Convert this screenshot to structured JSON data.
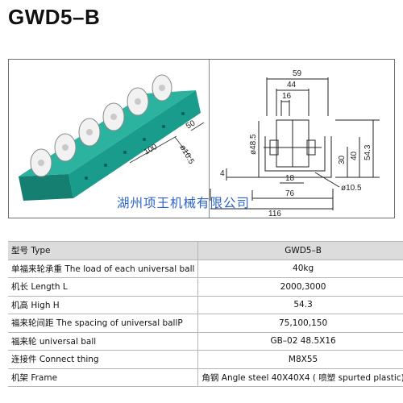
{
  "title": "GWD5–B",
  "figure": {
    "photo_dims": {
      "d1": "50",
      "d2": "100",
      "d3": "ø10.5"
    },
    "drawing_dims": {
      "w59": "59",
      "w44": "44",
      "w16": "16",
      "w18": "18",
      "w76": "76",
      "w116": "116",
      "h30": "30",
      "h40": "40",
      "h54": "54.3",
      "h4": "4",
      "d48": "ø48.5",
      "d10": "ø10.5"
    },
    "company": "湖州项王机械有限公司"
  },
  "specs": [
    {
      "label": "型号 Type",
      "value": "GWD5–B"
    },
    {
      "label": "单福来轮承重 The load of each universal ball",
      "value": "40kg"
    },
    {
      "label": "机长 Length L",
      "value": "2000,3000"
    },
    {
      "label": "机高 High H",
      "value": "54.3"
    },
    {
      "label": "福来轮间距 The spacing of universal ballP",
      "value": "75,100,150"
    },
    {
      "label": "福来轮 universal ball",
      "value": "GB–02 48.5X16"
    },
    {
      "label": "连接件 Connect thing",
      "value": "M8X55"
    },
    {
      "label": "机架 Frame",
      "value": "角钢 Angle steel 40X40X4 ( 喷塑 spurted plastic)"
    }
  ],
  "colors": {
    "rail": "#1a9c8c",
    "company": "#2a63c9",
    "header_row": "#dcdcdc"
  }
}
